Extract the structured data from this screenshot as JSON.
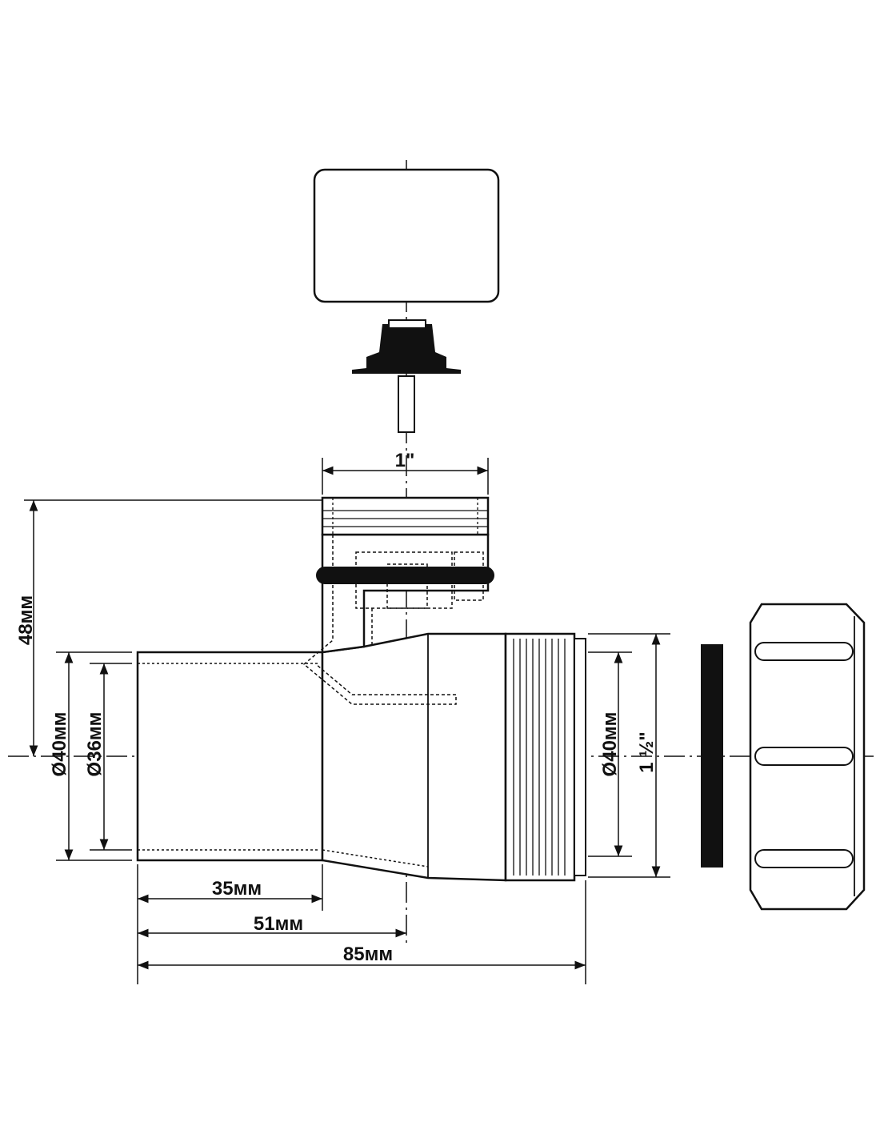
{
  "dimensions": {
    "inlet_thread": "1\"",
    "height": "48мм",
    "outer_diameter_left": "Ø40мм",
    "inner_diameter_left": "Ø36мм",
    "outer_diameter_right": "Ø40мм",
    "outlet_thread": "1 ½\"",
    "length_35": "35мм",
    "length_51": "51мм",
    "length_85": "85мм"
  },
  "colors": {
    "line": "#111111",
    "fill": "#ffffff",
    "dark": "#111111"
  }
}
